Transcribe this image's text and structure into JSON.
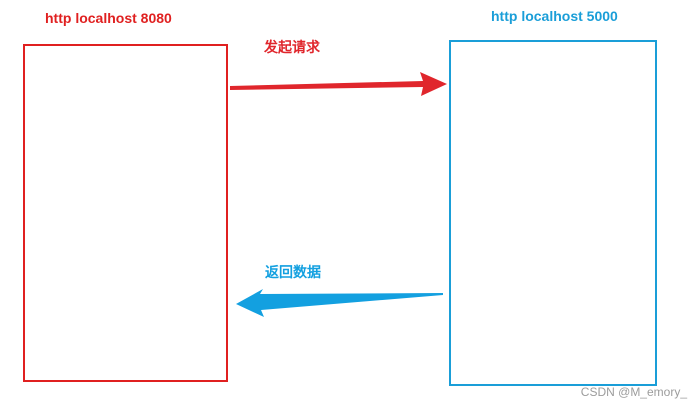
{
  "left_server": {
    "label": "http localhost 8080",
    "color": "#e02020"
  },
  "right_server": {
    "label": "http localhost 5000",
    "color": "#1a9ed8"
  },
  "request_arrow": {
    "label": "发起请求",
    "color": "#e0262c"
  },
  "response_arrow": {
    "label": "返回数据",
    "color": "#13a0e0"
  },
  "watermark": "CSDN @M_emory_"
}
